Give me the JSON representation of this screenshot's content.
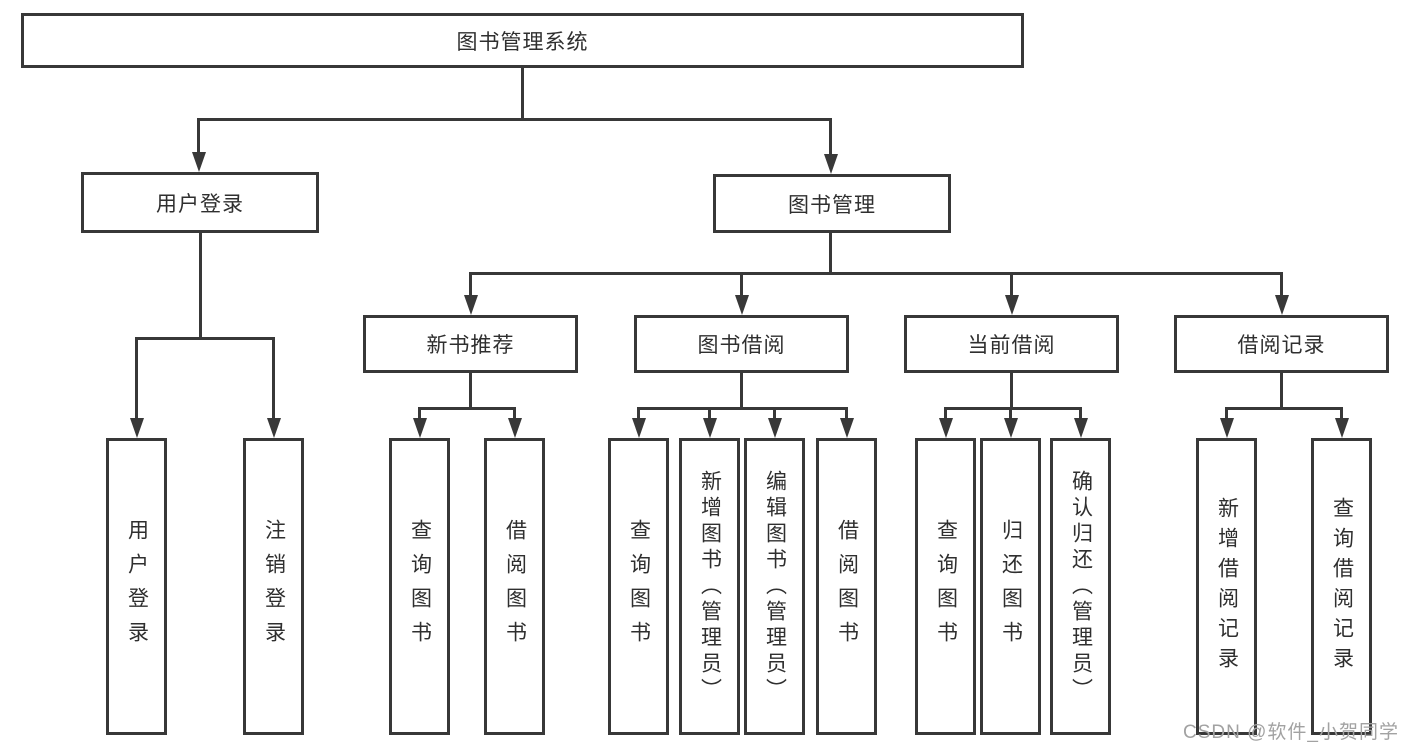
{
  "tree": {
    "label": "图书管理系统",
    "children": [
      {
        "label": "用户登录",
        "children": [
          {
            "label": "用户登录"
          },
          {
            "label": "注销登录"
          }
        ]
      },
      {
        "label": "图书管理",
        "children": [
          {
            "label": "新书推荐",
            "children": [
              {
                "label": "查询图书"
              },
              {
                "label": "借阅图书"
              }
            ]
          },
          {
            "label": "图书借阅",
            "children": [
              {
                "label": "查询图书"
              },
              {
                "label": "新增图书（管理员）"
              },
              {
                "label": "编辑图书（管理员）"
              },
              {
                "label": "借阅图书"
              }
            ]
          },
          {
            "label": "当前借阅",
            "children": [
              {
                "label": "查询图书"
              },
              {
                "label": "归还图书"
              },
              {
                "label": "确认归还（管理员）"
              }
            ]
          },
          {
            "label": "借阅记录",
            "children": [
              {
                "label": "新增借阅记录"
              },
              {
                "label": "查询借阅记录"
              }
            ]
          }
        ]
      }
    ]
  },
  "watermark": {
    "text": "CSDN @软件_小贺同学"
  },
  "colors": {
    "line": "#383838",
    "text": "#2f2f2f",
    "watermark": "#a2a2a2",
    "background": "#ffffff"
  }
}
